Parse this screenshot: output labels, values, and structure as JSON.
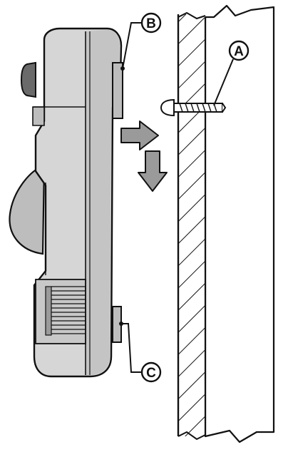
{
  "callouts": {
    "a": "A",
    "b": "B",
    "c": "C"
  },
  "colors": {
    "ink": "#111111",
    "device_body": "#d6d6d6",
    "device_shade": "#bdbdbd",
    "device_dark": "#6a6a6a",
    "arrow_fill": "#9a9a9a",
    "wall_face": "#ffffff"
  },
  "icons": {
    "screw": "screw-icon",
    "move_right": "arrow-right-icon",
    "move_down": "arrow-down-icon"
  }
}
